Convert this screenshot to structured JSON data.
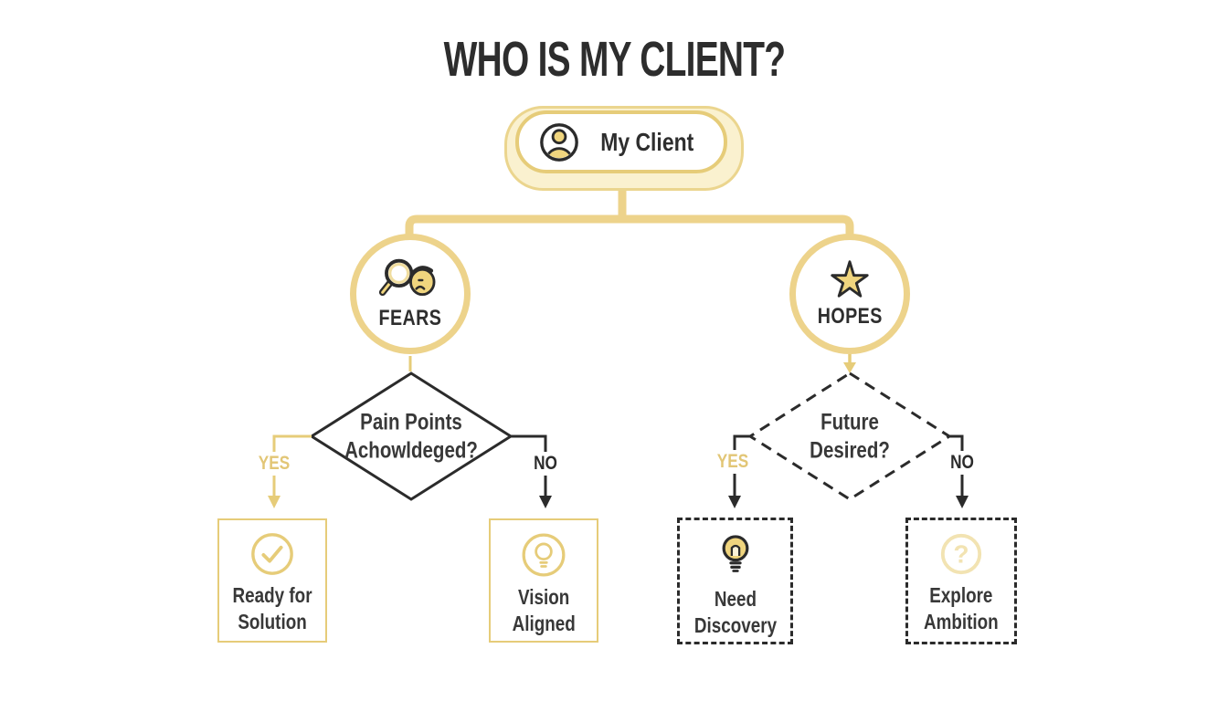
{
  "title": "WHO IS MY CLIENT?",
  "root": {
    "label": "My Client",
    "icon": "user-icon"
  },
  "branches": [
    {
      "id": "fears",
      "label": "FEARS",
      "icon": "magnifier-worried-face-icon",
      "decision": {
        "line1": "Pain Points",
        "line2": "Achowldeged?",
        "border_style": "solid"
      },
      "yes": {
        "label": "YES",
        "outcome": {
          "line1": "Ready for",
          "line2": "Solution",
          "icon": "check-circle-icon",
          "border_style": "solid"
        }
      },
      "no": {
        "label": "NO",
        "outcome": {
          "line1": "Vision",
          "line2": "Aligned",
          "icon": "lightbulb-outline-icon",
          "border_style": "solid"
        }
      }
    },
    {
      "id": "hopes",
      "label": "HOPES",
      "icon": "star-icon",
      "decision": {
        "line1": "Future",
        "line2": "Desired?",
        "border_style": "dashed"
      },
      "yes": {
        "label": "YES",
        "outcome": {
          "line1": "Need",
          "line2": "Discovery",
          "icon": "lightbulb-filled-icon",
          "border_style": "dashed"
        }
      },
      "no": {
        "label": "NO",
        "outcome": {
          "line1": "Explore",
          "line2": "Ambition",
          "icon": "question-circle-icon",
          "border_style": "dashed"
        }
      }
    }
  ],
  "colors": {
    "accent_line": "#EDD38B",
    "accent_stroke": "#E6CC79",
    "accent_fill": "#F0D57E",
    "accent_soft_fill": "#FAF1CF",
    "accent_soft_border": "#EBD58E",
    "pale_accent": "#F2E3B2",
    "ink": "#2B2B2B",
    "text_dark": "#333333",
    "yes_text": "#E2C676",
    "background": "#FFFFFF"
  }
}
